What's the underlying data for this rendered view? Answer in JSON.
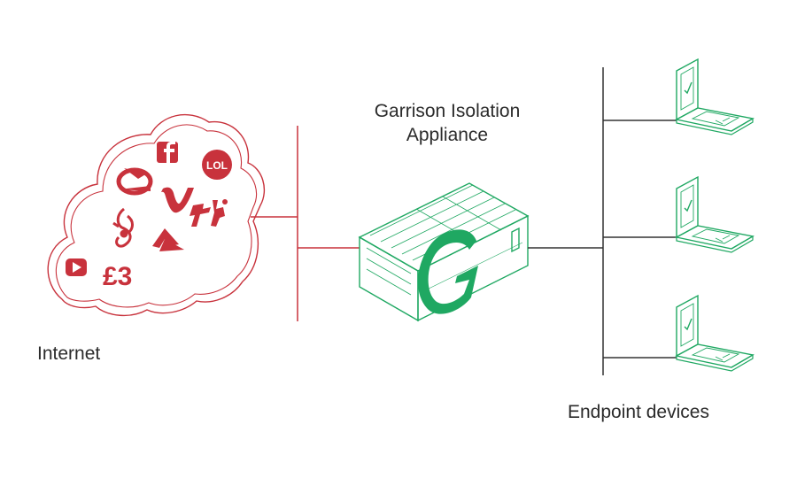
{
  "labels": {
    "internet": "Internet",
    "appliance_line1": "Garrison Isolation",
    "appliance_line2": "Appliance",
    "endpoints": "Endpoint devices"
  },
  "icons": {
    "cloud_logos": [
      "airline-logo-icon",
      "facebook-logo-icon",
      "lol-logo-icon",
      "vimeo-logo-icon",
      "chinese-text-logo-icon",
      "aljazeera-logo-icon",
      "news-logo-icon",
      "youtube-logo-icon",
      "ft-logo-icon"
    ],
    "appliance_mark": "garrison-g-logo-icon",
    "endpoint": "laptop-check-icon"
  },
  "colors": {
    "internet_red": "#c8323c",
    "secure_green": "#1fa862",
    "network_gray": "#333333",
    "text": "#2b2b2b"
  }
}
